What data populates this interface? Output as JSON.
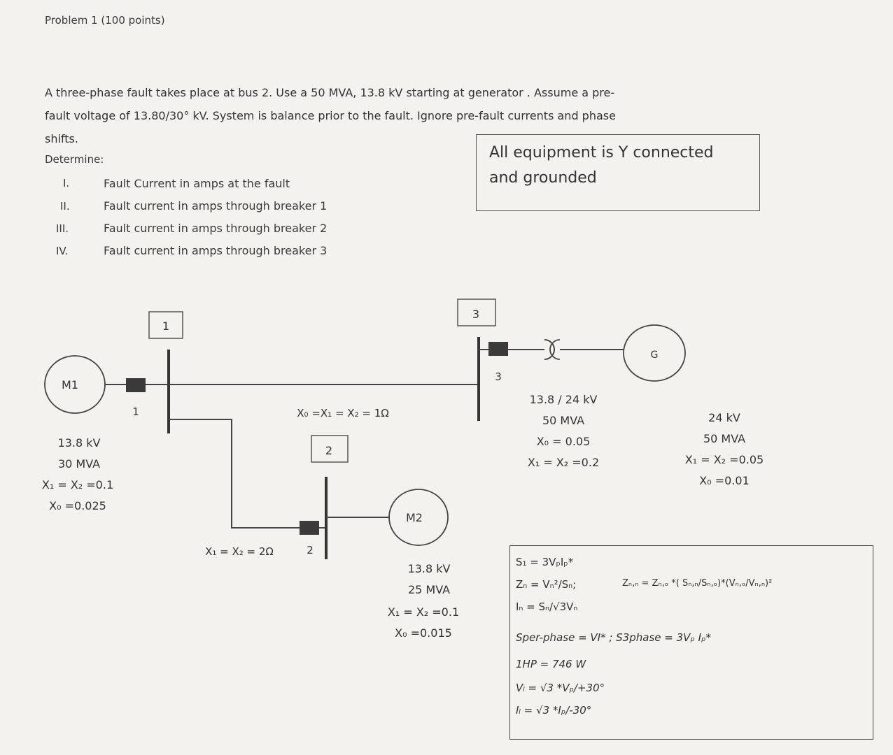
{
  "header": {
    "title": "Problem 1 (100 points)"
  },
  "problem": {
    "line1": "A three-phase fault takes place at bus 2. Use a 50 MVA, 13.8 kV starting at generator . Assume a pre-",
    "line2": "fault voltage of 13.80/30° kV. System is balance prior to the fault. Ignore pre-fault currents and phase",
    "line3": "shifts.",
    "determine": "Determine:",
    "items": [
      {
        "num": "I.",
        "text": "Fault Current in amps at the fault"
      },
      {
        "num": "II.",
        "text": "Fault current in amps through breaker 1"
      },
      {
        "num": "III.",
        "text": "Fault current in amps through breaker 2"
      },
      {
        "num": "IV.",
        "text": "Fault current in amps through breaker 3"
      }
    ]
  },
  "note": {
    "line1": "All equipment is Y connected",
    "line2": "and grounded"
  },
  "diagram": {
    "bus1_label": "1",
    "bus2_label": "2",
    "bus3_label": "3",
    "breaker1_label": "1",
    "breaker2_label": "2",
    "breaker3_label": "3",
    "m1_label": "M1",
    "m2_label": "M2",
    "g_label": "G",
    "line13": "X₀ =X₁ = X₂ = 1Ω",
    "line12": "X₁ = X₂ = 2Ω",
    "m1_specs": [
      "13.8 kV",
      "30 MVA",
      "X₁ = X₂ =0.1",
      "X₀ =0.025"
    ],
    "m2_specs": [
      "13.8 kV",
      "25 MVA",
      "X₁ = X₂ =0.1",
      "X₀ =0.015"
    ],
    "tx_specs": [
      "13.8 / 24 kV",
      "50 MVA",
      "X₀ = 0.05",
      "X₁ = X₂ =0.2"
    ],
    "g_specs": [
      "24 kV",
      "50 MVA",
      "X₁ = X₂ =0.05",
      "X₀ =0.01"
    ]
  },
  "formulas": {
    "f1": "S₁ = 3VₚIₚ*",
    "f2": "Zₙ = Vₙ²/Sₙ;",
    "f3": "Zₙ,ₙ = Zₙ,ₒ *( Sₙ,ₙ/Sₙ,ₒ)*(Vₙ,ₒ/Vₙ,ₙ)²",
    "f4": "Iₙ = Sₙ/√3Vₙ",
    "f5": "Sper-phase = VI* ; S3phase = 3Vₚ Iₚ*",
    "f6": "1HP = 746 W",
    "f7": "Vₗ = √3 *Vₚ/+30°",
    "f8": "Iₗ = √3 *Iₚ/-30°"
  }
}
